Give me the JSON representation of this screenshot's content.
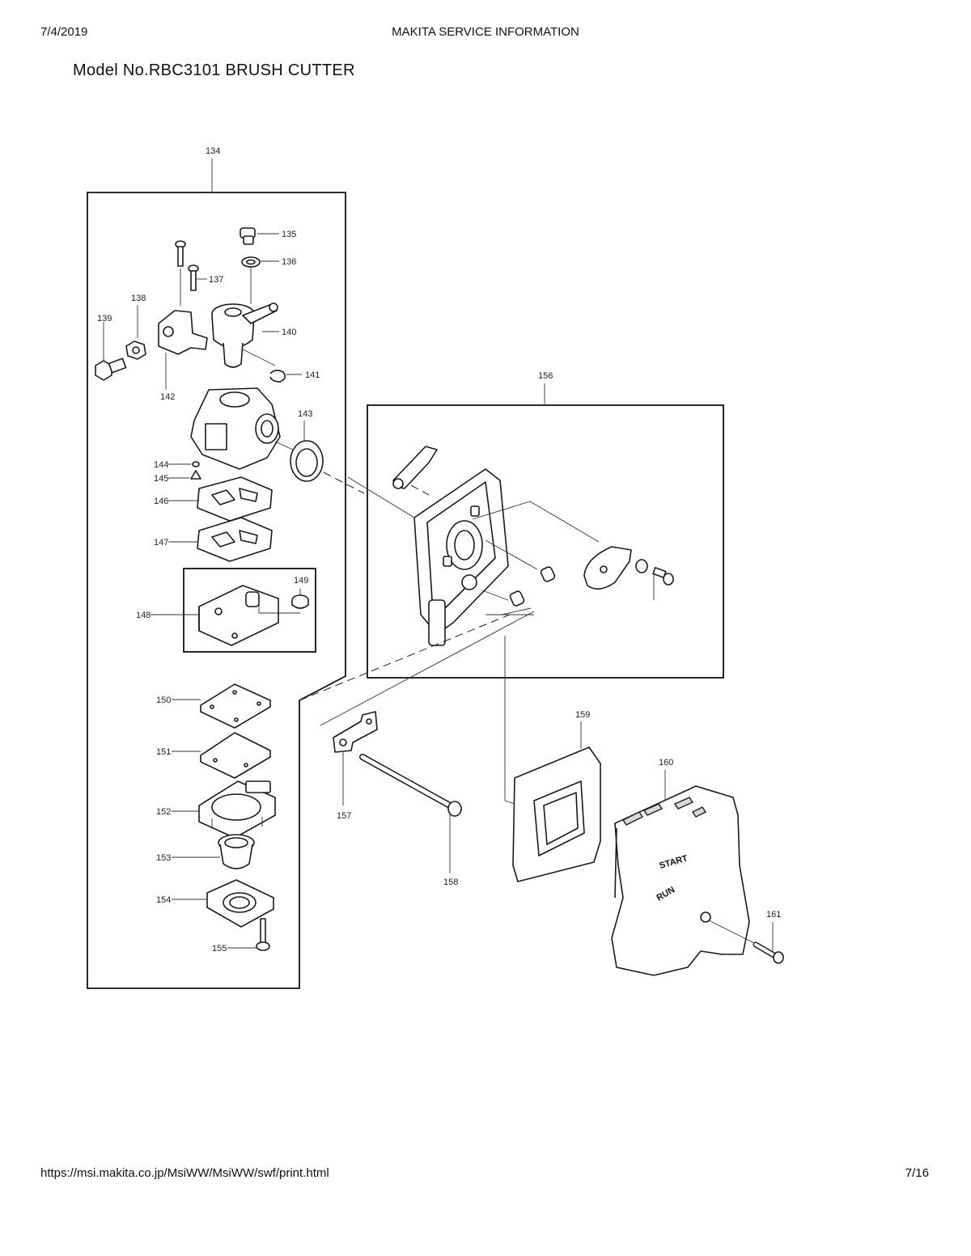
{
  "header": {
    "date": "7/4/2019",
    "title": "MAKITA SERVICE INFORMATION"
  },
  "model_title": "Model No.RBC3101 BRUSH CUTTER",
  "footer": {
    "url": "https://msi.makita.co.jp/MsiWW/MsiWW/swf/print.html",
    "page": "7/16"
  },
  "cover_text": {
    "start": "START",
    "run": "RUN"
  },
  "part_numbers": [
    "134",
    "135",
    "136",
    "137",
    "138",
    "139",
    "140",
    "141",
    "142",
    "143",
    "144",
    "145",
    "146",
    "147",
    "148",
    "149",
    "150",
    "151",
    "152",
    "153",
    "154",
    "155",
    "156",
    "157",
    "158",
    "159",
    "160",
    "161"
  ]
}
